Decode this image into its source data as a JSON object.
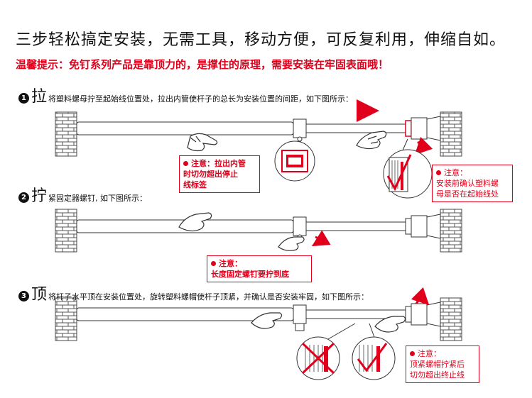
{
  "title": "三步轻松搞定安装，无需工具，移动方便，可反复利用，伸缩自如。",
  "tip": "温馨提示：免钉系列产品是靠顶力的，是撑住的原理，需要安装在牢固表面哦！",
  "steps": [
    {
      "num": "1",
      "big": "拉",
      "desc": "将塑料螺母拧至起始线位置处，拉出内管使杆子的总长为安装位置的间距，如下图所示："
    },
    {
      "num": "2",
      "big": "拧",
      "desc": "紧固定器螺钉, 如下图所示："
    },
    {
      "num": "3",
      "big": "顶",
      "desc": "将杆子水平顶在安装位置处，旋转塑料螺帽使杆子顶紧，并确认是否安装牢固，如下图所示："
    }
  ],
  "notes": {
    "note1": {
      "head": "注意：拉出内管",
      "lines": [
        "时切勿超出停止",
        "线标签"
      ]
    },
    "note2": {
      "head": "注意：",
      "lines": [
        "安装前确认塑料螺",
        "母是否在起始线处"
      ]
    },
    "note3": {
      "head": "注意：",
      "lines": [
        "长度固定螺钉要拧到底"
      ]
    },
    "note4": {
      "head": "注意：",
      "lines": [
        "顶紧螺帽拧紧后",
        "切勿超出终止线"
      ]
    }
  },
  "colors": {
    "accent": "#e0001b",
    "line": "#333333",
    "brick": "#666666"
  },
  "icons": [
    "hand-icon",
    "arrow-right-icon",
    "rotate-arrow-icon",
    "check-mark-icon",
    "cross-mark-icon",
    "brick-wall-icon"
  ]
}
